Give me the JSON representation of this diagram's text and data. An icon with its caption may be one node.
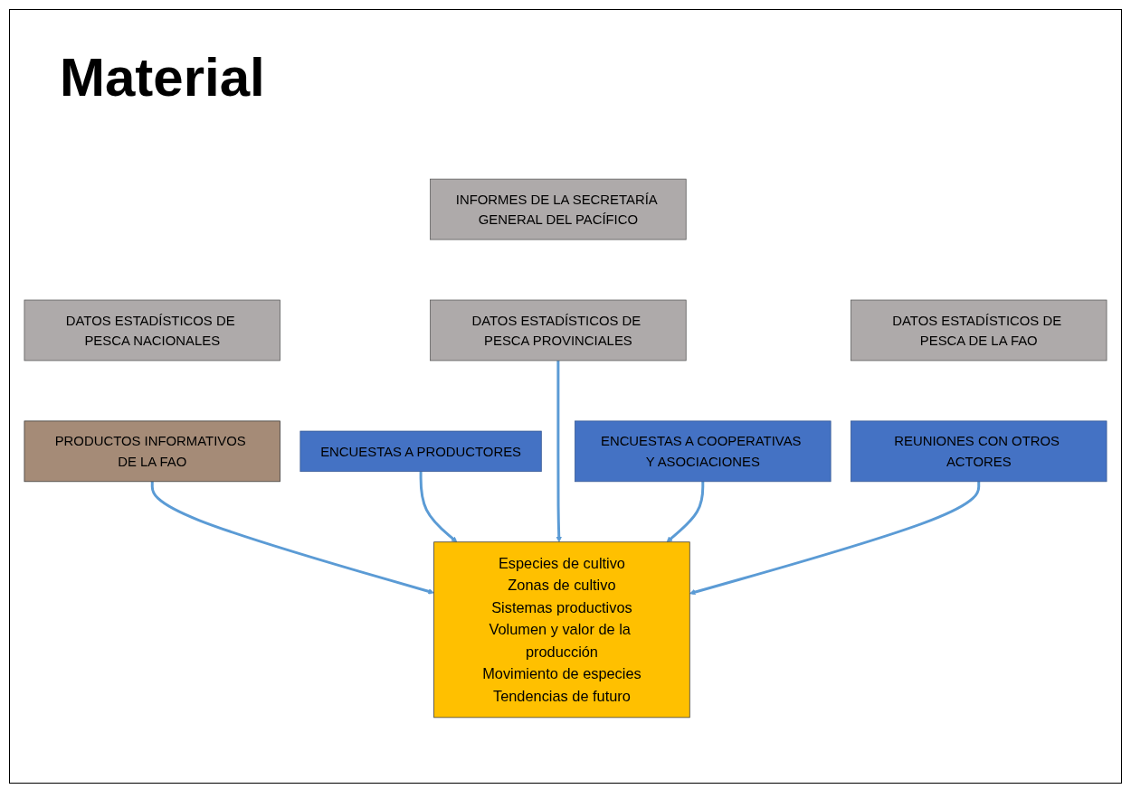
{
  "diagram": {
    "title": "Material",
    "nodes": [
      {
        "text": [
          "INFORMES DE LA SECRETARÍA GENERAL DEL PACÍFICO"
        ]
      },
      {
        "text": [
          "DATOS ESTADÍSTICOS DE PESCA NACIONALES"
        ]
      },
      {
        "text": [
          "DATOS ESTADÍSTICOS DE PESCA PROVINCIALES"
        ]
      },
      {
        "text": [
          "DATOS ESTADÍSTICOS DE PESCA DE LA FAO"
        ]
      },
      {
        "text": [
          "PRODUCTOS INFORMATIVOS DE LA FAO"
        ]
      },
      {
        "text": [
          "ENCUESTAS A PRODUCTORES"
        ]
      },
      {
        "text": [
          "ENCUESTAS A COOPERATIVAS Y ASOCIACIONES"
        ]
      },
      {
        "text": [
          "REUNIONES CON OTROS ACTORES"
        ]
      },
      {
        "text": [
          "Especies de cultivo",
          "Zonas de cultivo",
          "Sistemas productivos",
          "Volumen y valor de la producción",
          "Movimiento de especies",
          "Tendencias de futuro"
        ]
      }
    ],
    "edges": [
      {
        "from": 4,
        "to": 8,
        "arrow": "to"
      },
      {
        "from": 5,
        "to": 8,
        "arrow": "to"
      },
      {
        "from": 2,
        "to": 8,
        "arrow": "to"
      },
      {
        "from": 6,
        "to": 8,
        "arrow": "to"
      },
      {
        "from": 7,
        "to": 8,
        "arrow": "to"
      }
    ]
  }
}
